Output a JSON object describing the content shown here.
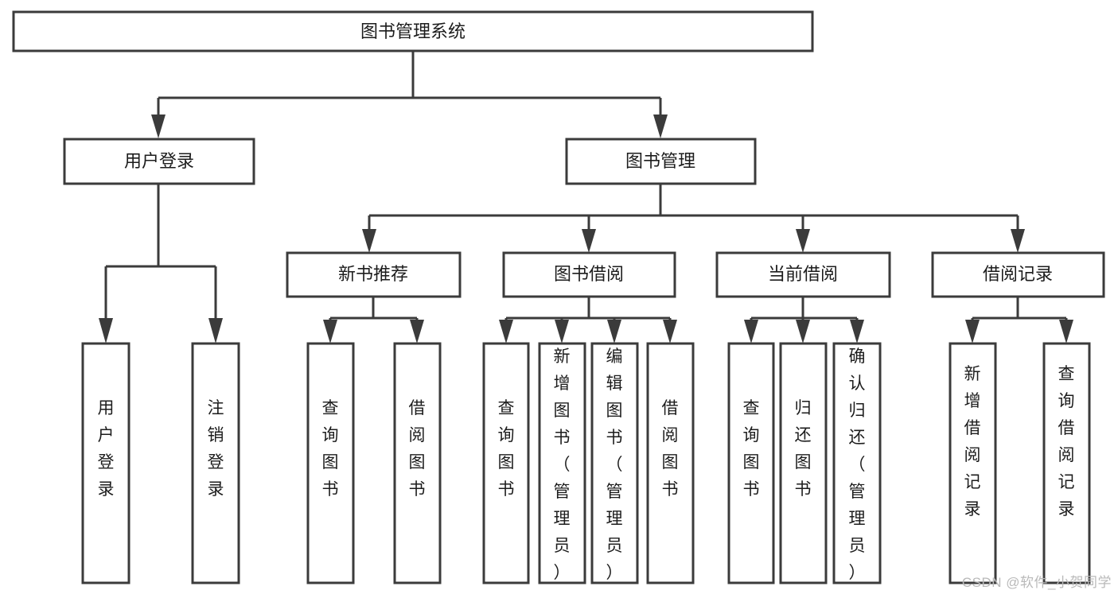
{
  "diagram": {
    "type": "tree-hierarchy-chart",
    "title": "图书管理系统",
    "watermark": "CSDN @软件_小贺同学",
    "colors": {
      "stroke": "#3b3b3b",
      "fill": "#ffffff",
      "text": "#1c1c1c",
      "watermark": "#b9b9b9"
    },
    "levels": {
      "root": {
        "label": "图书管理系统"
      },
      "level2": [
        {
          "label": "用户登录"
        },
        {
          "label": "图书管理"
        }
      ],
      "level3": [
        {
          "label": "新书推荐"
        },
        {
          "label": "图书借阅"
        },
        {
          "label": "当前借阅"
        },
        {
          "label": "借阅记录"
        }
      ],
      "leaves": [
        {
          "label": "用户登录",
          "parent": "用户登录"
        },
        {
          "label": "注销登录",
          "parent": "用户登录"
        },
        {
          "label": "查询图书",
          "parent": "新书推荐"
        },
        {
          "label": "借阅图书",
          "parent": "新书推荐"
        },
        {
          "label": "查询图书",
          "parent": "图书借阅"
        },
        {
          "label": "新增图书（管理员）",
          "parent": "图书借阅"
        },
        {
          "label": "编辑图书（管理员）",
          "parent": "图书借阅"
        },
        {
          "label": "借阅图书",
          "parent": "图书借阅"
        },
        {
          "label": "查询图书",
          "parent": "当前借阅"
        },
        {
          "label": "归还图书",
          "parent": "当前借阅"
        },
        {
          "label": "确认归还（管理员）",
          "parent": "当前借阅"
        },
        {
          "label": "新增借阅记录",
          "parent": "借阅记录"
        },
        {
          "label": "查询借阅记录",
          "parent": "借阅记录"
        }
      ]
    }
  }
}
